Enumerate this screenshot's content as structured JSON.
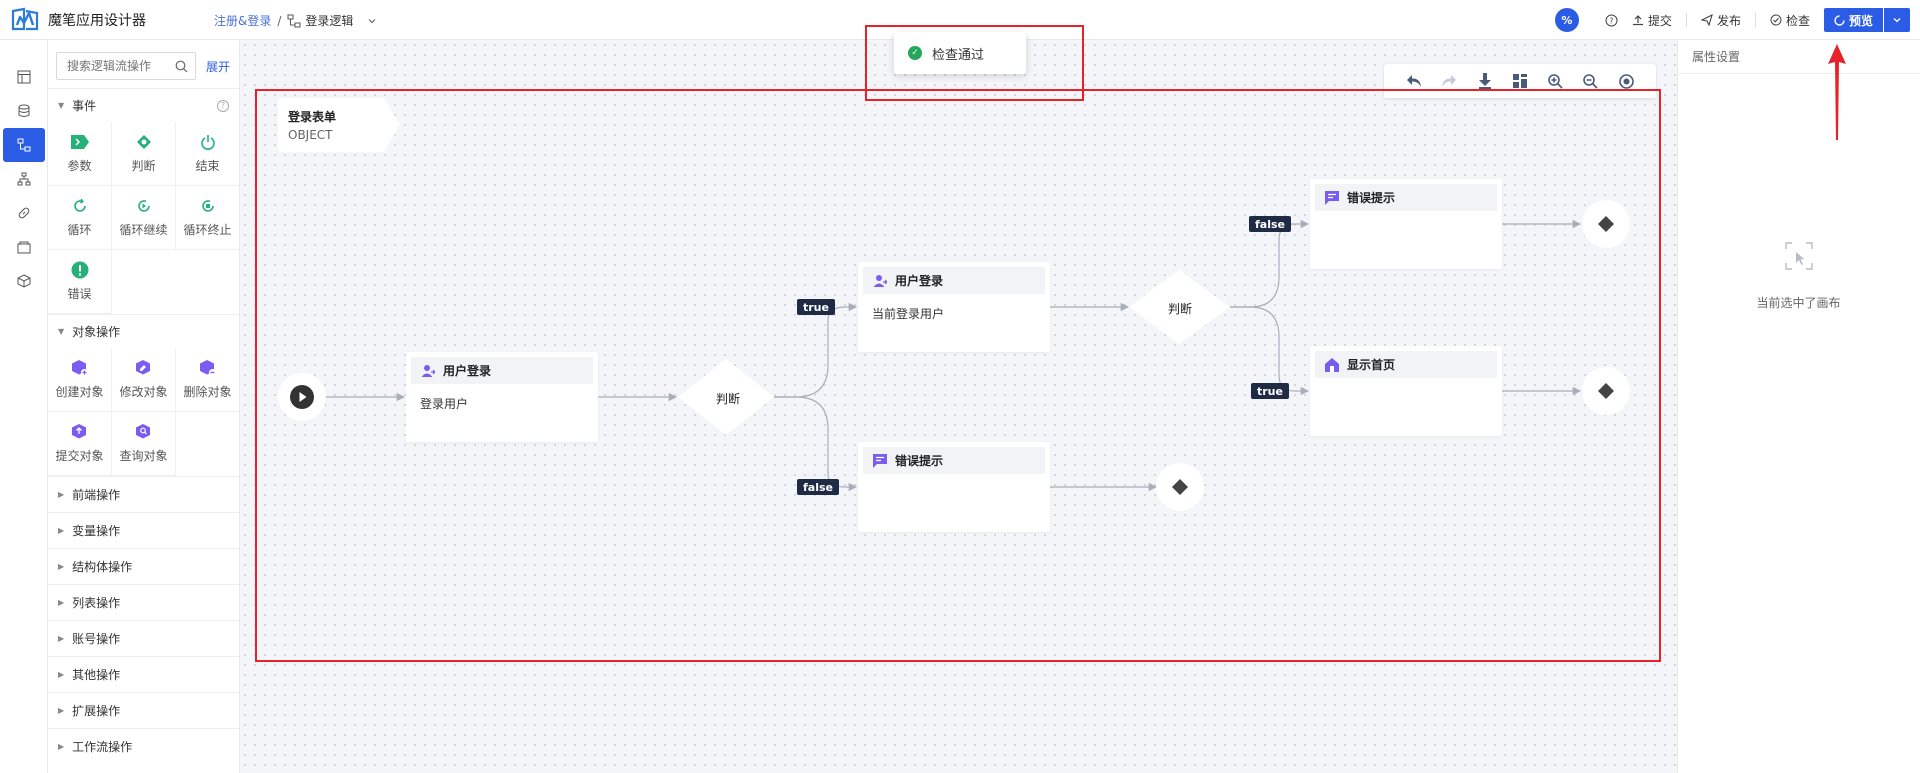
{
  "header": {
    "app_title": "魔笔应用设计器",
    "crumb_project": "注册&登录",
    "crumb_sep": "/",
    "crumb_current": "登录逻辑",
    "badge": "%",
    "actions": {
      "submit": "提交",
      "publish": "发布",
      "check": "检查",
      "preview": "预览"
    },
    "accent": "#2b5ce6"
  },
  "rail": {
    "items": [
      "page-icon",
      "data-icon",
      "logic-icon",
      "structure-icon",
      "link-icon",
      "asset-icon",
      "package-icon"
    ],
    "active_index": 2
  },
  "panel": {
    "search_placeholder": "搜索逻辑流操作",
    "expand_label": "展开",
    "events": {
      "title": "事件",
      "items": [
        {
          "label": "参数",
          "icon": "param-icon"
        },
        {
          "label": "判断",
          "icon": "judge-icon"
        },
        {
          "label": "结束",
          "icon": "end-icon"
        },
        {
          "label": "循环",
          "icon": "loop-icon"
        },
        {
          "label": "循环继续",
          "icon": "loop-continue-icon"
        },
        {
          "label": "循环终止",
          "icon": "loop-stop-icon"
        },
        {
          "label": "错误",
          "icon": "error-icon"
        }
      ]
    },
    "objects": {
      "title": "对象操作",
      "items": [
        {
          "label": "创建对象",
          "icon": "create-object-icon"
        },
        {
          "label": "修改对象",
          "icon": "edit-object-icon"
        },
        {
          "label": "删除对象",
          "icon": "delete-object-icon"
        },
        {
          "label": "提交对象",
          "icon": "submit-object-icon"
        },
        {
          "label": "查询对象",
          "icon": "query-object-icon"
        }
      ]
    },
    "collapsed_sections": [
      "前端操作",
      "变量操作",
      "结构体操作",
      "列表操作",
      "账号操作",
      "其他操作",
      "扩展操作",
      "工作流操作"
    ]
  },
  "toast": {
    "text": "检查通过",
    "color": "#24a65b"
  },
  "canvas": {
    "input_object": {
      "title": "登录表单",
      "type": "OBJECT"
    },
    "nodes": {
      "login1": {
        "title": "用户登录",
        "body": "登录用户"
      },
      "login2": {
        "title": "用户登录",
        "body": "当前登录用户"
      },
      "error1": {
        "title": "错误提示",
        "body": ""
      },
      "error2": {
        "title": "错误提示",
        "body": ""
      },
      "home": {
        "title": "显示首页",
        "body": ""
      }
    },
    "judge1_label": "判断",
    "judge2_label": "判断",
    "true_label": "true",
    "false_label": "false"
  },
  "props": {
    "title": "属性设置",
    "empty_text": "当前选中了画布"
  },
  "annotation_color": "#e8222b"
}
